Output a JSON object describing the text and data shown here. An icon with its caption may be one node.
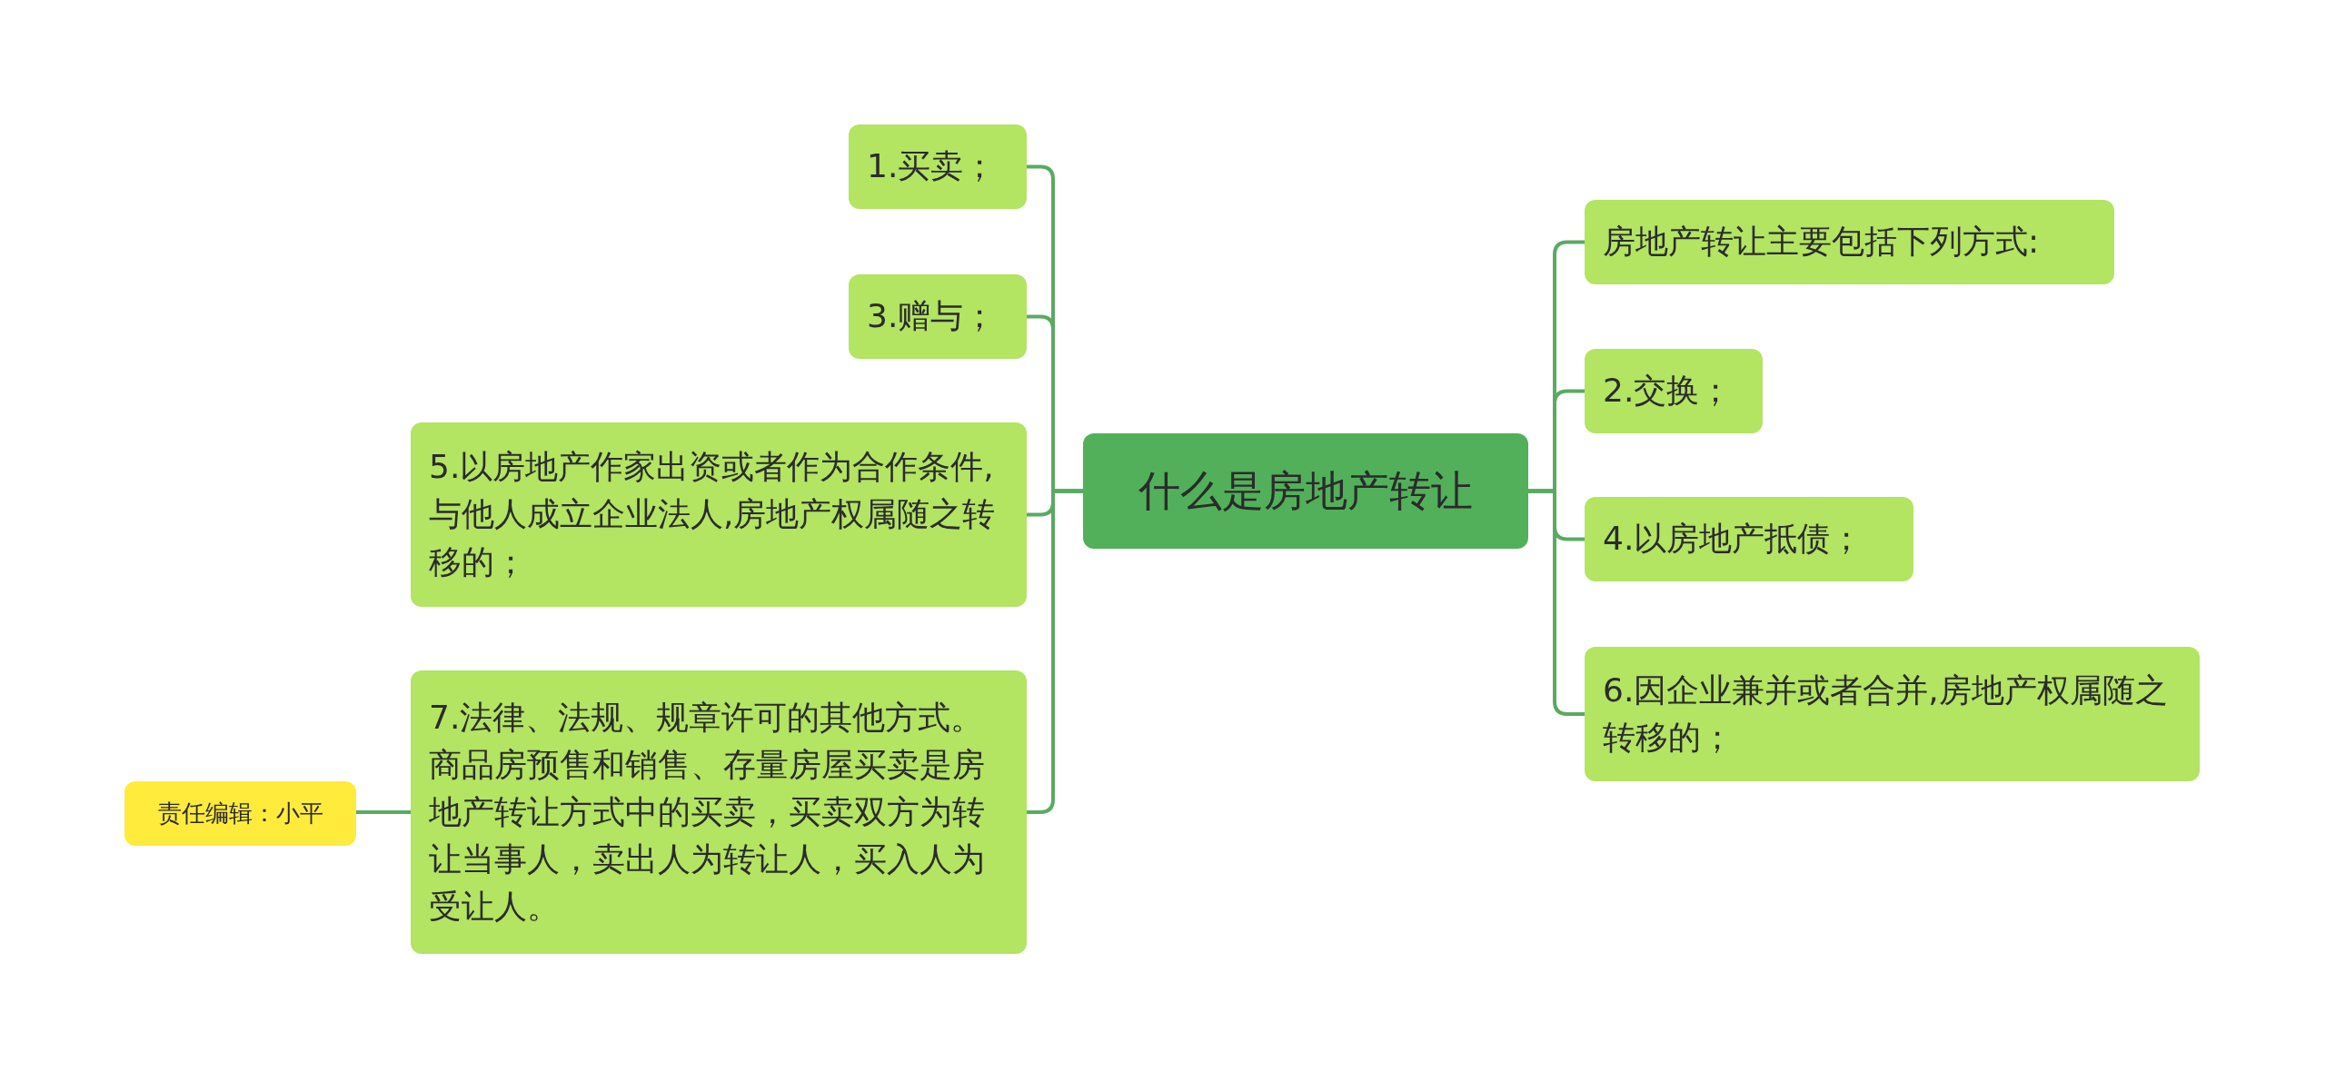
{
  "diagram": {
    "nodes": [
      {
        "text": [
          "什么是房地产转让"
        ]
      },
      {
        "text": [
          "1.买卖；"
        ]
      },
      {
        "text": [
          "3.赠与；"
        ]
      },
      {
        "text": [
          "5.以房地产作家出资或者作为合作条件,与他人成立企业法人,房地产权属随之转移的；"
        ]
      },
      {
        "text": [
          "7.法律、法规、规章许可的其他方式。商品房预售和销售、存量房屋买卖是房地产转让方式中的买卖，买卖双方为转让当事人，卖出人为转让人，买入人为受让人。"
        ]
      },
      {
        "text": [
          "责任编辑：小平"
        ]
      },
      {
        "text": [
          "房地产转让主要包括下列方式:"
        ]
      },
      {
        "text": [
          "2.交换；"
        ]
      },
      {
        "text": [
          "4.以房地产抵债；"
        ]
      },
      {
        "text": [
          "6.因企业兼并或者合并,房地产权属随之转移的；"
        ]
      }
    ],
    "edges": [
      {
        "from": 0,
        "to": 1,
        "arrow": "none"
      },
      {
        "from": 0,
        "to": 2,
        "arrow": "none"
      },
      {
        "from": 0,
        "to": 3,
        "arrow": "none"
      },
      {
        "from": 0,
        "to": 4,
        "arrow": "none"
      },
      {
        "from": 4,
        "to": 5,
        "arrow": "none"
      },
      {
        "from": 0,
        "to": 6,
        "arrow": "none"
      },
      {
        "from": 0,
        "to": 7,
        "arrow": "none"
      },
      {
        "from": 0,
        "to": 8,
        "arrow": "none"
      },
      {
        "from": 0,
        "to": 9,
        "arrow": "none"
      }
    ]
  }
}
